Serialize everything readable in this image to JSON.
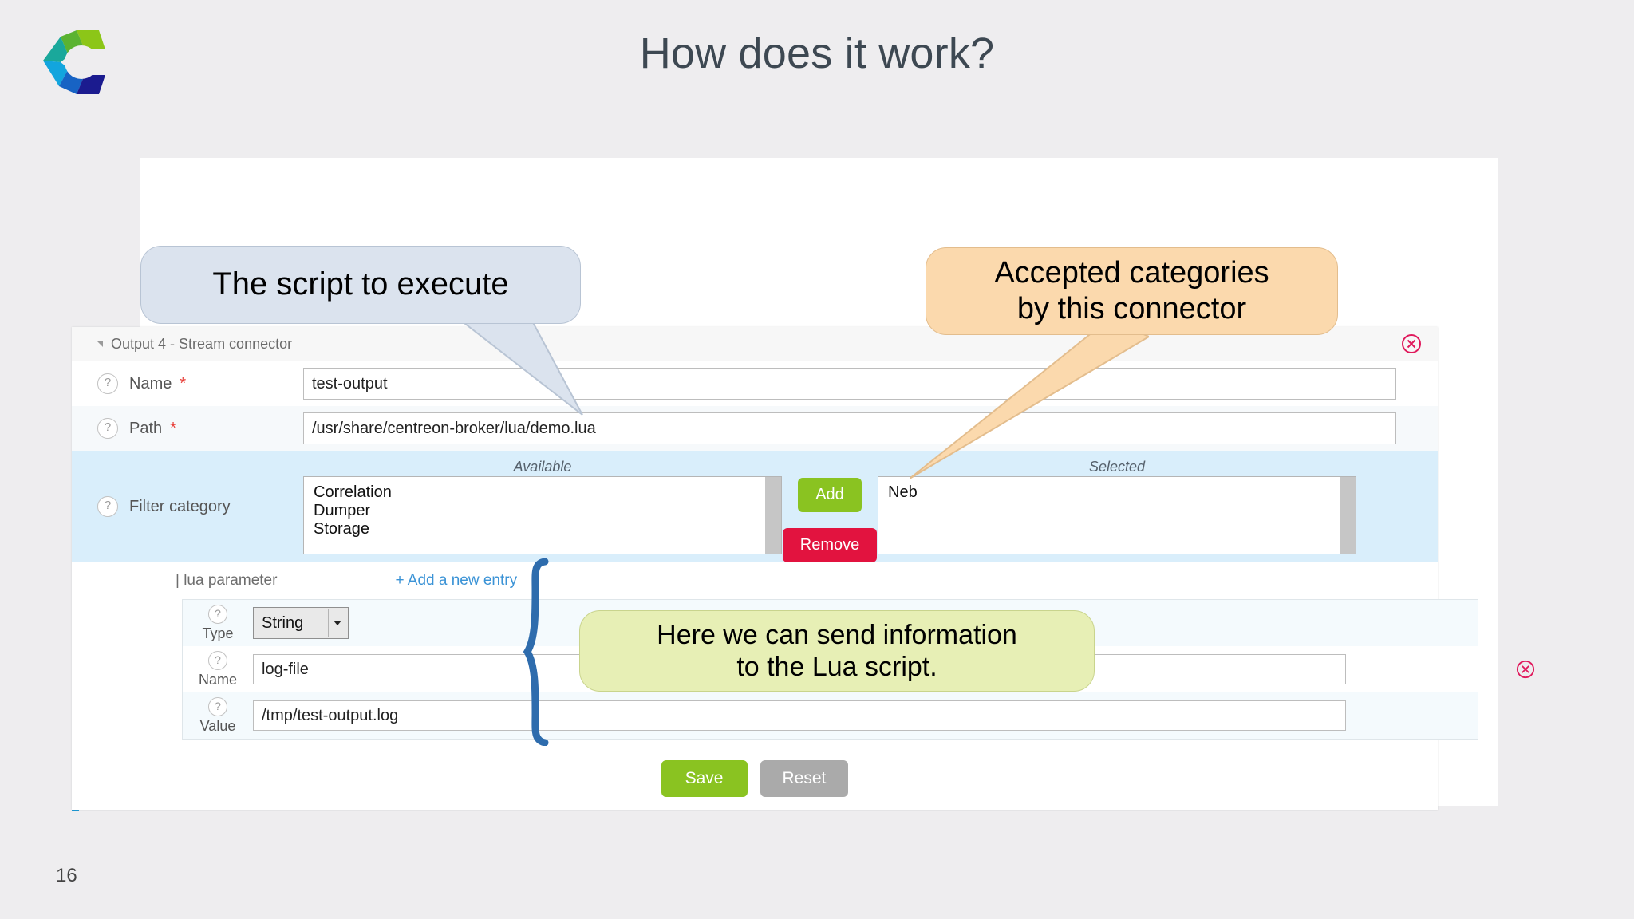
{
  "slide": {
    "title": "How does it work?",
    "page_number": "16"
  },
  "logo": {
    "name": "centreon-logo",
    "colors": [
      "#5bb331",
      "#8cc618",
      "#1aa89b",
      "#12a5de",
      "#1763c4",
      "#1b1b8f"
    ]
  },
  "form": {
    "header_title": "Output 4 - Stream connector",
    "close_icon": "close-circle-icon",
    "collapse_icon": "collapse-triangle-icon",
    "help_icon": "question-mark-icon",
    "fields": {
      "name": {
        "label": "Name",
        "required": "*",
        "value": "test-output"
      },
      "path": {
        "label": "Path",
        "required": "*",
        "value": "/usr/share/centreon-broker/lua/demo.lua"
      }
    },
    "filter_category": {
      "label": "Filter category",
      "available_caption": "Available",
      "selected_caption": "Selected",
      "available": [
        "Correlation",
        "Dumper",
        "Storage"
      ],
      "selected": [
        "Neb"
      ],
      "add_label": "Add",
      "remove_label": "Remove",
      "add_color": "#8ac321",
      "remove_color": "#e2133f",
      "panel_color": "#d9eefb"
    },
    "lua_parameter": {
      "section_label": "| lua parameter",
      "add_entry_label": "+ Add a new entry",
      "add_entry_color": "#3b93d6",
      "entry": {
        "type": {
          "label": "Type",
          "value": "String"
        },
        "name": {
          "label": "Name",
          "value": "log-file"
        },
        "value": {
          "label": "Value",
          "value": "/tmp/test-output.log"
        }
      },
      "remove_entry_icon": "close-circle-icon"
    },
    "actions": {
      "save_label": "Save",
      "reset_label": "Reset",
      "save_color": "#8ac321",
      "reset_color": "#aaaaaa"
    }
  },
  "callouts": {
    "script": {
      "text": "The script to execute",
      "fill": "#dbe3ee",
      "stroke": "#b8c4d4"
    },
    "categories": {
      "line1": "Accepted categories",
      "line2": "by this connector",
      "fill": "#fbd9ad",
      "stroke": "#e3bd8d"
    },
    "lua_info": {
      "line1": "Here we can send information",
      "line2": "to the Lua script.",
      "fill": "#e7efb5",
      "stroke": "#c9d48d"
    }
  },
  "decorations": {
    "brace_color": "#2e6cad",
    "accent_bar_color": "#1d9ad6"
  }
}
